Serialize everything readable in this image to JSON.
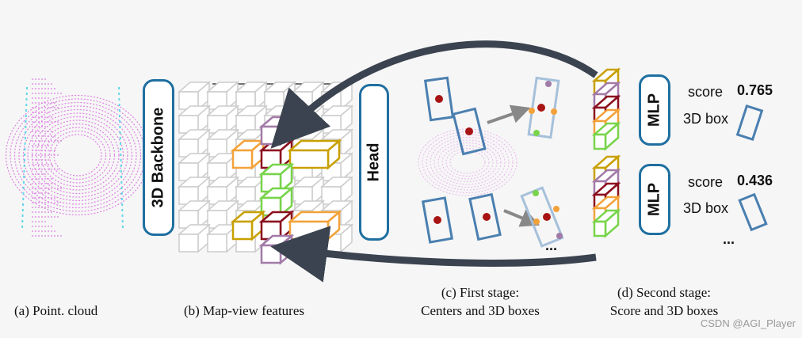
{
  "captions": {
    "a": "(a) Point. cloud",
    "b": "(b) Map-view features",
    "c_line1": "(c) First stage:",
    "c_line2": "Centers and 3D boxes",
    "d_line1": "(d) Second stage:",
    "d_line2": "Score and 3D boxes"
  },
  "blocks": {
    "backbone": "3D Backbone",
    "head": "Head",
    "mlp_top": "MLP",
    "mlp_bottom": "MLP"
  },
  "outputs": {
    "top": {
      "score_label": "score",
      "score_value": "0.765",
      "box_label": "3D box"
    },
    "bottom": {
      "score_label": "score",
      "score_value": "0.436",
      "box_label": "3D box"
    },
    "more_right": "...",
    "more_first_stage": "..."
  },
  "watermark": "CSDN @AGI_Player",
  "colors": {
    "pill_border": "#1f6fa0",
    "box_border": "#4a7fb0",
    "center_dot": "#a81414",
    "yellow": "#c8a000",
    "purple": "#a27aa8",
    "dark_red": "#8b0f1e",
    "orange": "#f3a23a",
    "green": "#78d44a",
    "arrow": "#3b4350",
    "pointcloud": "#d96fe0",
    "pointcloud_cyan": "#5fd7e8"
  }
}
